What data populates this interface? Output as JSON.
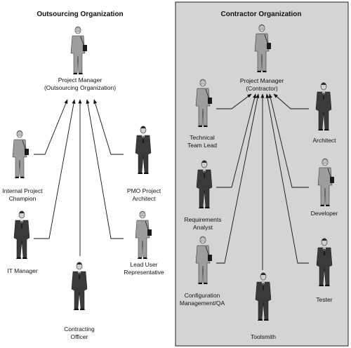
{
  "left": {
    "title": "Outsourcing Organization",
    "manager": [
      "Project Manager",
      "(Outsourcing Organization)"
    ],
    "champion": [
      "Internal Project",
      "Champion"
    ],
    "it_manager": [
      "IT Manager"
    ],
    "contracting": [
      "Contracting",
      "Officer"
    ],
    "pmo": [
      "PMO Project",
      "Architect"
    ],
    "lead_user": [
      "Lead User",
      "Representative"
    ]
  },
  "right": {
    "title": "Contractor Organization",
    "manager": [
      "Project Manager",
      "(Contractor)"
    ],
    "tech_lead": [
      "Technical",
      "Team Lead"
    ],
    "req_analyst": [
      "Requirements",
      "Analyst"
    ],
    "config": [
      "Configuration",
      "Management/QA"
    ],
    "toolsmith": [
      "Toolsmith"
    ],
    "architect": [
      "Architect"
    ],
    "developer": [
      "Developer"
    ],
    "tester": [
      "Tester"
    ]
  },
  "colors": {
    "panel": "#d4d4d4",
    "dark_suit": "#3a3a3a",
    "light_suit": "#9c9c9c",
    "skin": "#cfcfcf"
  }
}
